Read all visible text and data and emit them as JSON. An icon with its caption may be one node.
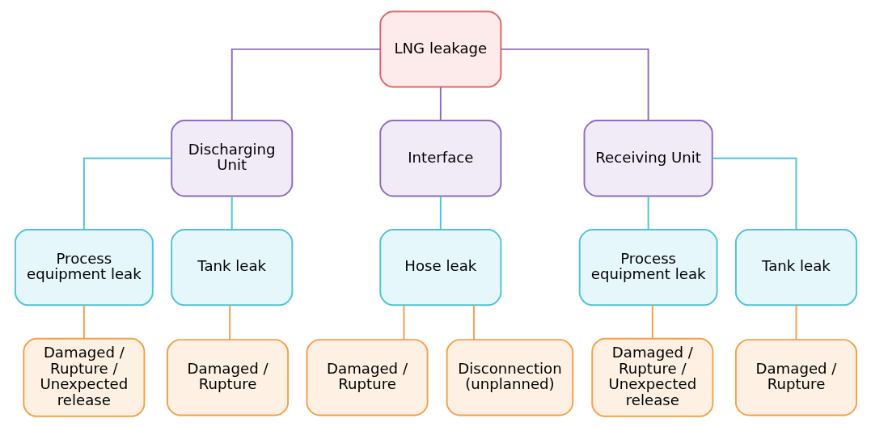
{
  "diagram": {
    "nodes": [
      {
        "text": [
          "LNG leakage"
        ]
      },
      {
        "text": [
          "Discharging Unit"
        ]
      },
      {
        "text": [
          "Interface"
        ]
      },
      {
        "text": [
          "Receiving Unit"
        ]
      },
      {
        "text": [
          "Process equipment leak"
        ]
      },
      {
        "text": [
          "Tank leak"
        ]
      },
      {
        "text": [
          "Hose leak"
        ]
      },
      {
        "text": [
          "Process equipment leak"
        ]
      },
      {
        "text": [
          "Tank leak"
        ]
      },
      {
        "text": [
          "Damaged / Rupture / Unexpected release"
        ]
      },
      {
        "text": [
          "Damaged / Rupture"
        ]
      },
      {
        "text": [
          "Damaged / Rupture"
        ]
      },
      {
        "text": [
          "Disconnection (unplanned)"
        ]
      },
      {
        "text": [
          "Damaged / Rupture / Unexpected release"
        ]
      },
      {
        "text": [
          "Damaged / Rupture"
        ]
      }
    ],
    "edges": [
      {
        "from": 0,
        "to": 1,
        "arrow": "none",
        "color": "#8e6bbf"
      },
      {
        "from": 0,
        "to": 2,
        "arrow": "none",
        "color": "#8e6bbf"
      },
      {
        "from": 0,
        "to": 3,
        "arrow": "none",
        "color": "#8e6bbf"
      },
      {
        "from": 1,
        "to": 4,
        "arrow": "none",
        "color": "#4fc3d9"
      },
      {
        "from": 1,
        "to": 5,
        "arrow": "none",
        "color": "#4fc3d9"
      },
      {
        "from": 2,
        "to": 6,
        "arrow": "none",
        "color": "#4fc3d9"
      },
      {
        "from": 3,
        "to": 7,
        "arrow": "none",
        "color": "#4fc3d9"
      },
      {
        "from": 3,
        "to": 8,
        "arrow": "none",
        "color": "#4fc3d9"
      },
      {
        "from": 4,
        "to": 9,
        "arrow": "none"
      },
      {
        "from": 5,
        "to": 10,
        "arrow": "none"
      },
      {
        "from": 6,
        "to": 11,
        "arrow": "none"
      },
      {
        "from": 6,
        "to": 12,
        "arrow": "none"
      },
      {
        "from": 7,
        "to": 13,
        "arrow": "none"
      },
      {
        "from": 8,
        "to": 14,
        "arrow": "none"
      }
    ]
  }
}
